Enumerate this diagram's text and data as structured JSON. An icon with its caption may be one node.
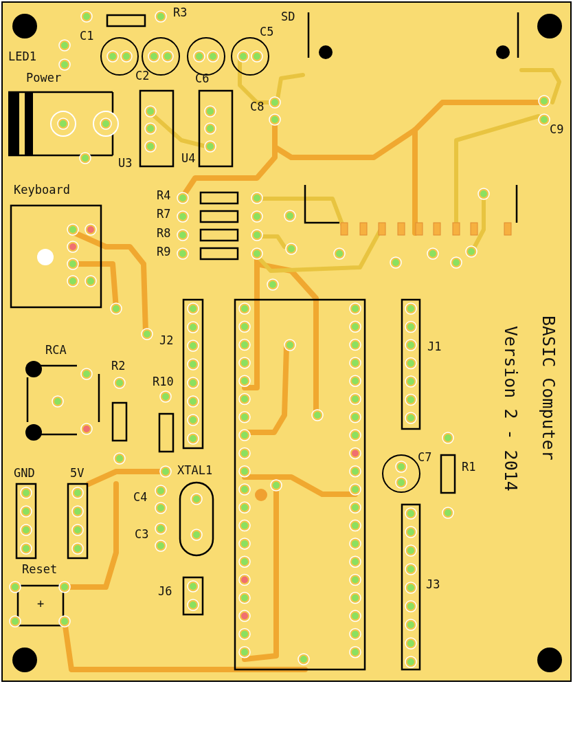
{
  "diagram": {
    "labels": [
      "R3",
      "SD",
      "C1",
      "LED1",
      "C5",
      "C2",
      "C6",
      "Power",
      "C8",
      "C9",
      "U3",
      "U4",
      "Keyboard",
      "R4",
      "R7",
      "R8",
      "R9",
      "J2",
      "J1",
      "RCA",
      "R2",
      "R10",
      "C7",
      "R1",
      "GND",
      "5V",
      "XTAL1",
      "C4",
      "C3",
      "Reset",
      "+",
      "J6",
      "J3",
      "BASIC Computer",
      "Version 2 - 2014"
    ]
  }
}
